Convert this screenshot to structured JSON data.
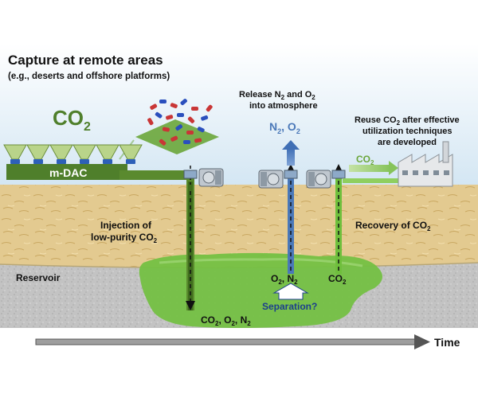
{
  "title": "Capture at remote areas",
  "subtitle": "(e.g., deserts and offshore platforms)",
  "co2_label": "CO",
  "co2_sub": "2",
  "mdac_label": "m-DAC",
  "release": {
    "line1_a": "Release N",
    "line1_sub1": "2",
    "line1_b": " and O",
    "line1_sub2": "2",
    "line2": "into atmosphere",
    "gas_a": "N",
    "gas_sub1": "2",
    "gas_b": ", O",
    "gas_sub2": "2"
  },
  "reuse": {
    "line1": "Reuse CO",
    "line1_sub": "2",
    "line1_b": " after effective",
    "line2": "utilization techniques",
    "line3": "are developed",
    "arrow_a": "CO",
    "arrow_sub": "2"
  },
  "injection": {
    "line1": "Injection of",
    "line2_a": "low-purity CO",
    "line2_sub": "2"
  },
  "recovery": {
    "a": "Recovery of CO",
    "sub": "2"
  },
  "reservoir_label": "Reservoir",
  "o2n2": {
    "a": "O",
    "sub1": "2",
    "b": ", N",
    "sub2": "2"
  },
  "co2_right": {
    "a": "CO",
    "sub": "2"
  },
  "separation_label": "Separation?",
  "bottom_gases": {
    "a": "CO",
    "sub1": "2",
    "b": ", O",
    "sub2": "2",
    "c": ", N",
    "sub3": "2"
  },
  "time_label": "Time",
  "colors": {
    "sky": "#d9e9f4",
    "sand": "#e2c98e",
    "rock": "#c4c4c4",
    "pipe_green": "#5a8a2e",
    "reservoir_green": "#6fbf3c",
    "blue_arrow": "#5b86c4"
  }
}
